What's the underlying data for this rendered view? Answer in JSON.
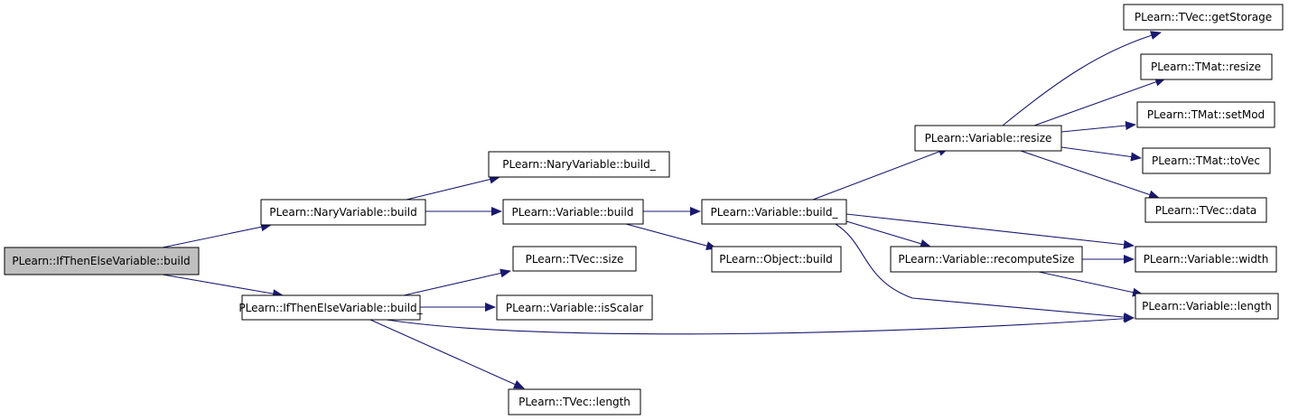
{
  "colors": {
    "edge": "#191970",
    "node_border": "#000000",
    "node_fill": "#ffffff",
    "root_fill": "#bfbfbf"
  },
  "nodes": {
    "root": "PLearn::IfThenElseVariable::build",
    "nary_build": "PLearn::NaryVariable::build",
    "ite_build_": "PLearn::IfThenElseVariable::build_",
    "nary_build_": "PLearn::NaryVariable::build_",
    "var_build": "PLearn::Variable::build",
    "tvec_size": "PLearn::TVec::size",
    "var_isscalar": "PLearn::Variable::isScalar",
    "tvec_length": "PLearn::TVec::length",
    "var_build_": "PLearn::Variable::build_",
    "obj_build": "PLearn::Object::build",
    "var_resize": "PLearn::Variable::resize",
    "var_recompute": "PLearn::Variable::recomputeSize",
    "tvec_getstorage": "PLearn::TVec::getStorage",
    "tmat_resize": "PLearn::TMat::resize",
    "tmat_setmod": "PLearn::TMat::setMod",
    "tmat_tovec": "PLearn::TMat::toVec",
    "tvec_data": "PLearn::TVec::data",
    "var_width": "PLearn::Variable::width",
    "var_length": "PLearn::Variable::length"
  }
}
